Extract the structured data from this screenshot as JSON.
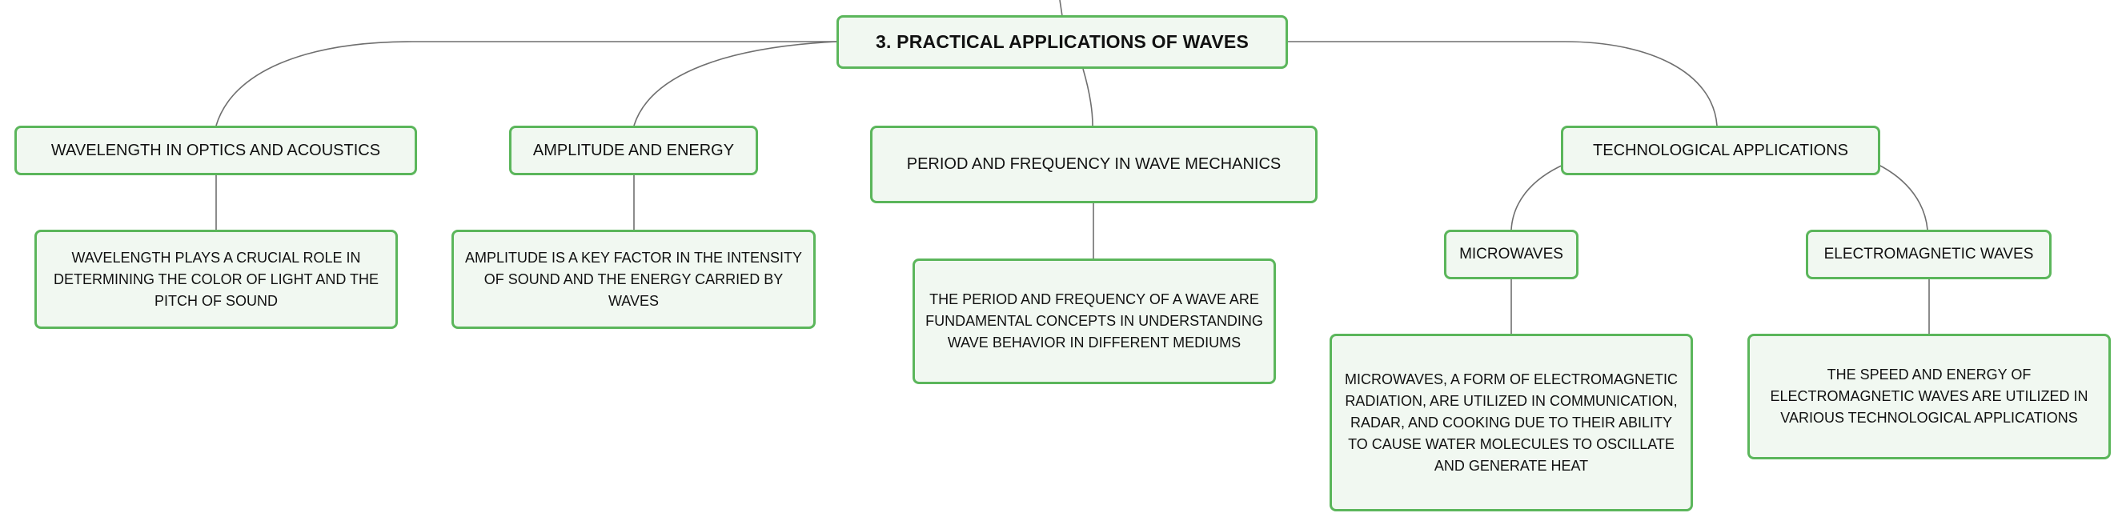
{
  "diagram": {
    "root": {
      "label": "3. PRACTICAL APPLICATIONS OF WAVES"
    },
    "topics": [
      {
        "label": "WAVELENGTH IN OPTICS AND ACOUSTICS",
        "detail": "WAVELENGTH PLAYS A CRUCIAL ROLE IN DETERMINING THE COLOR OF LIGHT AND THE PITCH OF SOUND"
      },
      {
        "label": "AMPLITUDE AND ENERGY",
        "detail": "AMPLITUDE IS A KEY FACTOR IN THE INTENSITY OF SOUND AND THE ENERGY CARRIED BY WAVES"
      },
      {
        "label": "PERIOD AND FREQUENCY IN WAVE MECHANICS",
        "detail": "THE PERIOD AND FREQUENCY OF A WAVE ARE FUNDAMENTAL CONCEPTS IN UNDERSTANDING WAVE BEHAVIOR IN DIFFERENT MEDIUMS"
      },
      {
        "label": "TECHNOLOGICAL APPLICATIONS",
        "children": [
          {
            "label": "MICROWAVES",
            "detail": "MICROWAVES, A FORM OF ELECTROMAGNETIC RADIATION, ARE UTILIZED IN COMMUNICATION, RADAR, AND COOKING DUE TO THEIR ABILITY TO CAUSE WATER MOLECULES TO OSCILLATE AND GENERATE HEAT"
          },
          {
            "label": "ELECTROMAGNETIC WAVES",
            "detail": "THE SPEED AND ENERGY OF ELECTROMAGNETIC WAVES ARE UTILIZED IN VARIOUS TECHNOLOGICAL APPLICATIONS"
          }
        ]
      }
    ]
  },
  "colors": {
    "node_border": "#5bb65b",
    "node_fill": "#f1f8f1",
    "edge": "#6f6f6f",
    "text": "#111111"
  }
}
